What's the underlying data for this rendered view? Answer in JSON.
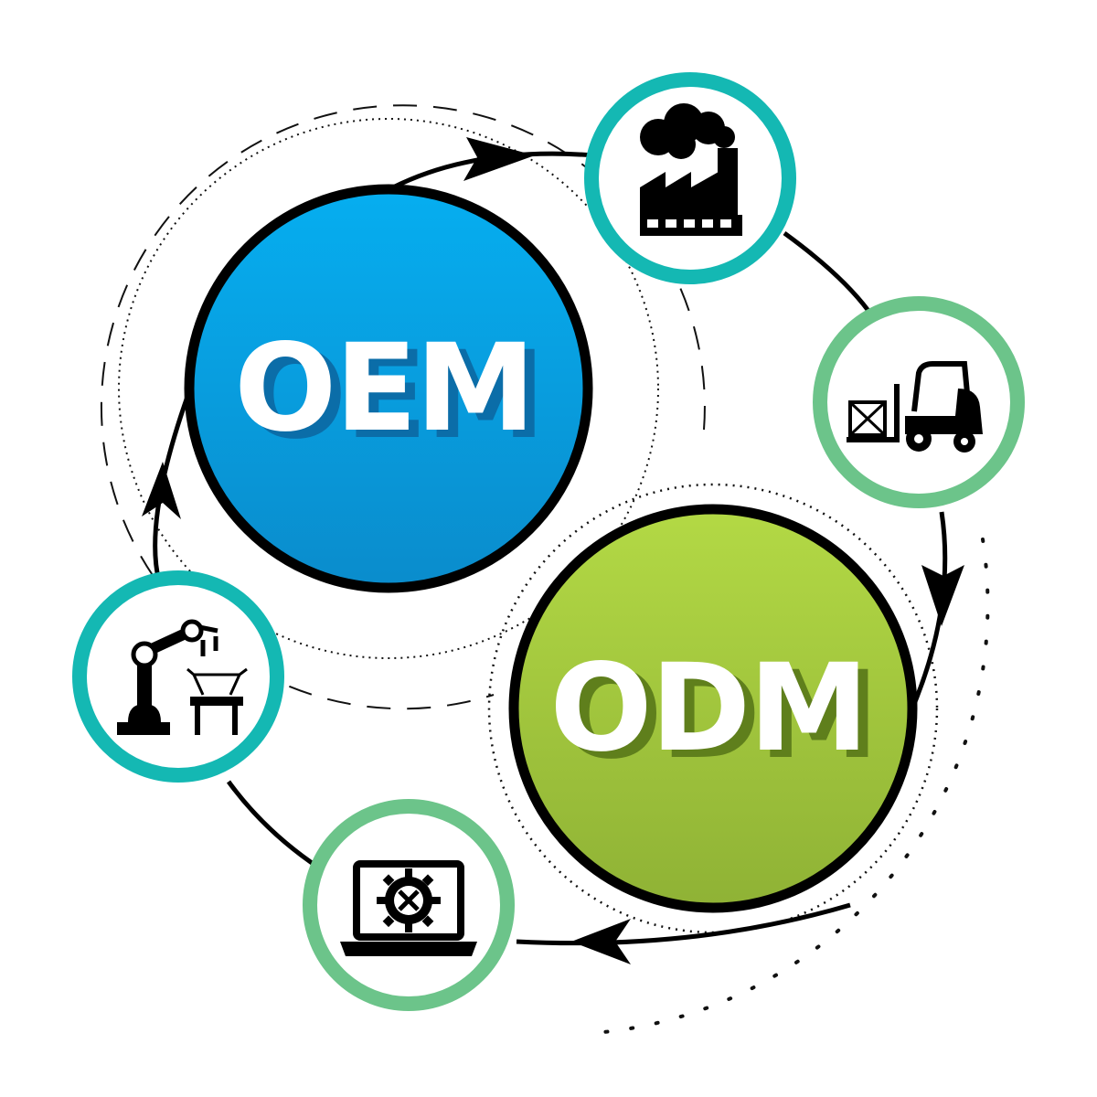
{
  "diagram": {
    "hubs": {
      "oem": {
        "label": "OEM",
        "color": "#0aa3e4",
        "shadow": "#0b6da8"
      },
      "odm": {
        "label": "ODM",
        "color": "#9dc43a",
        "shadow": "#5f7f1c"
      }
    },
    "nodes": [
      {
        "id": "factory",
        "icon": "factory-icon",
        "ring_color": "#14b8b3"
      },
      {
        "id": "forklift",
        "icon": "forklift-icon",
        "ring_color": "#6cc48a"
      },
      {
        "id": "robotic-arm",
        "icon": "robotic-arm-icon",
        "ring_color": "#14b8b3"
      },
      {
        "id": "laptop-design",
        "icon": "laptop-gear-icon",
        "ring_color": "#6cc48a"
      }
    ],
    "colors": {
      "outline": "#000000",
      "background": "#ffffff"
    }
  }
}
